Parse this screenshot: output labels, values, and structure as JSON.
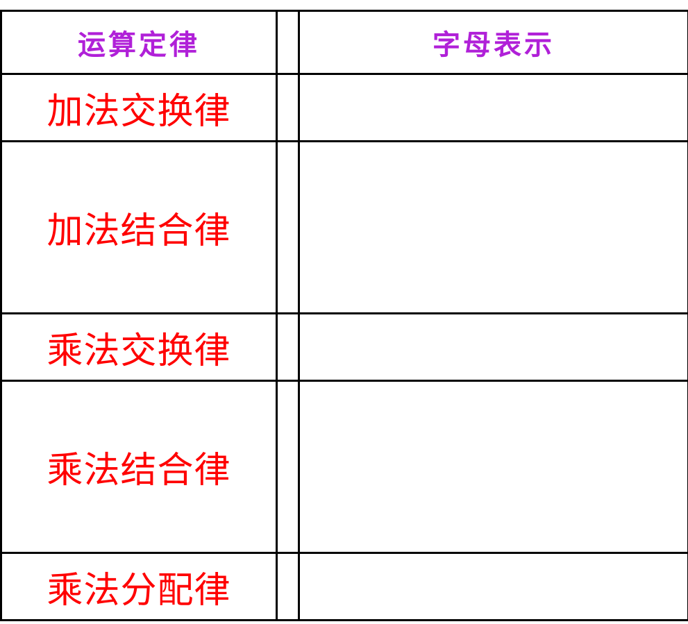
{
  "table": {
    "headers": {
      "law": "运算定律",
      "expression": "字母表示"
    },
    "rows": [
      {
        "law": "加法交换律",
        "expression": ""
      },
      {
        "law": "加法结合律",
        "expression": ""
      },
      {
        "law": "乘法交换律",
        "expression": ""
      },
      {
        "law": "乘法结合律",
        "expression": ""
      },
      {
        "law": "乘法分配律",
        "expression": ""
      }
    ]
  },
  "colors": {
    "header_text": "#b020d8",
    "law_text": "#ff0000",
    "border": "#000000"
  }
}
